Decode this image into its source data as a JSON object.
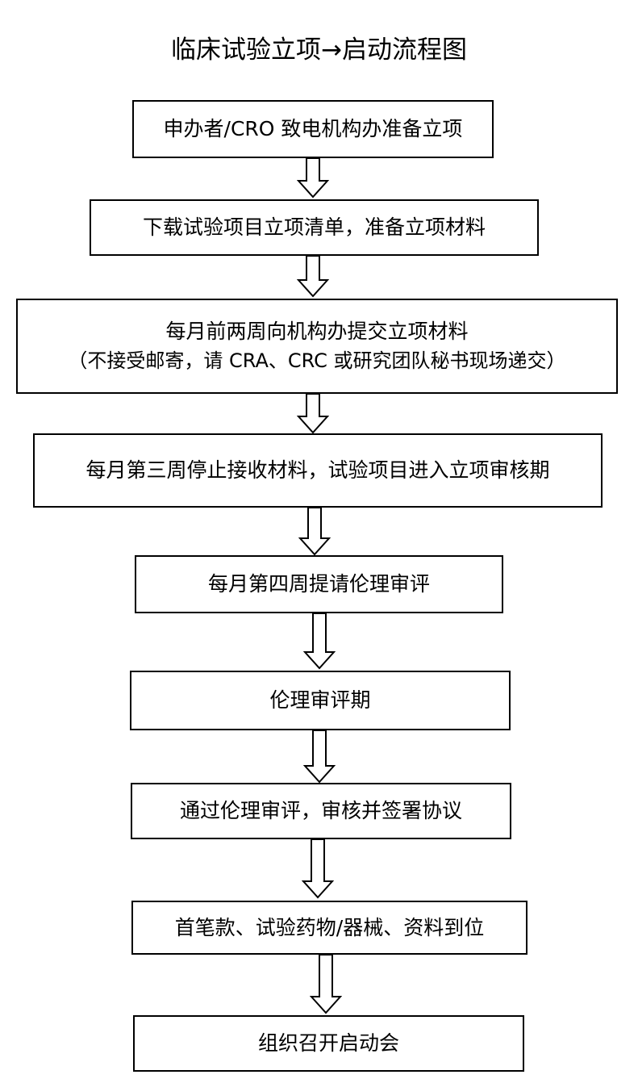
{
  "title": "临床试验立项→启动流程图",
  "steps": [
    {
      "lines": [
        "申办者/CRO 致电机构办准备立项"
      ]
    },
    {
      "lines": [
        "下载试验项目立项清单，准备立项材料"
      ]
    },
    {
      "lines": [
        "每月前两周向机构办提交立项材料",
        "（不接受邮寄，请 CRA、CRC 或研究团队秘书现场递交）"
      ]
    },
    {
      "lines": [
        "每月第三周停止接收材料，试验项目进入立项审核期"
      ]
    },
    {
      "lines": [
        "每月第四周提请伦理审评"
      ]
    },
    {
      "lines": [
        "伦理审评期"
      ]
    },
    {
      "lines": [
        "通过伦理审评，审核并签署协议"
      ]
    },
    {
      "lines": [
        "首笔款、试验药物/器械、资料到位"
      ]
    },
    {
      "lines": [
        "组织召开启动会"
      ]
    }
  ]
}
